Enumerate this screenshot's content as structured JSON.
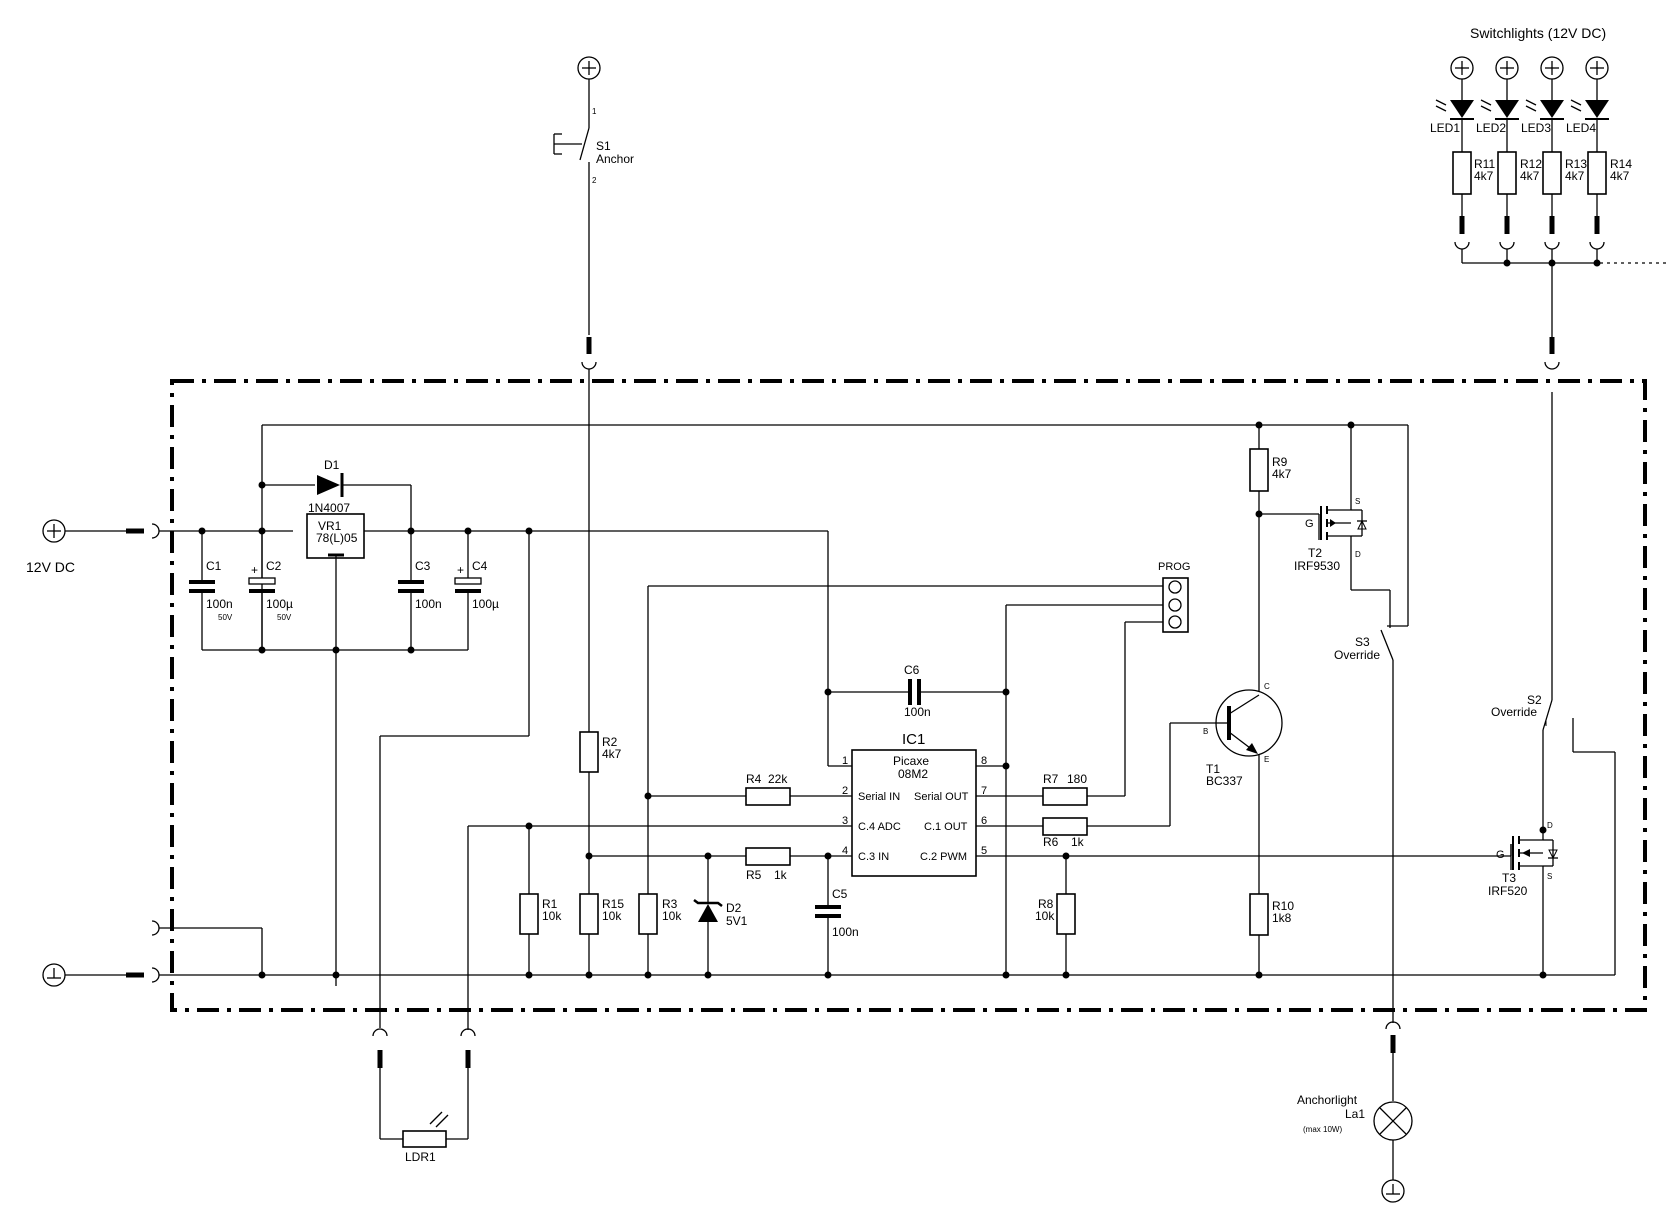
{
  "title": "Switchlights (12V DC)",
  "power_label": "12V DC",
  "s1": {
    "ref": "S1",
    "name": "Anchor",
    "pin1": "1",
    "pin2": "2"
  },
  "s2": {
    "ref": "S2",
    "name": "Override"
  },
  "s3": {
    "ref": "S3",
    "name": "Override"
  },
  "leds": [
    {
      "ref": "LED1",
      "res_ref": "R11",
      "res_val": "4k7"
    },
    {
      "ref": "LED2",
      "res_ref": "R12",
      "res_val": "4k7"
    },
    {
      "ref": "LED3",
      "res_ref": "R13",
      "res_val": "4k7"
    },
    {
      "ref": "LED4",
      "res_ref": "R14",
      "res_val": "4k7"
    }
  ],
  "d1": {
    "ref": "D1",
    "val": "1N4007"
  },
  "vr1": {
    "ref": "VR1",
    "val": "78(L)05"
  },
  "c1": {
    "ref": "C1",
    "val": "100n",
    "volt": "50V"
  },
  "c2": {
    "ref": "C2",
    "val": "100µ",
    "volt": "50V"
  },
  "c3": {
    "ref": "C3",
    "val": "100n"
  },
  "c4": {
    "ref": "C4",
    "val": "100µ"
  },
  "c5": {
    "ref": "C5",
    "val": "100n"
  },
  "c6": {
    "ref": "C6",
    "val": "100n"
  },
  "prog": "PROG",
  "ic1": {
    "ref": "IC1",
    "name": "Picaxe",
    "model": "08M2",
    "pins_left": [
      {
        "num": "1",
        "label": ""
      },
      {
        "num": "2",
        "label": "Serial IN"
      },
      {
        "num": "3",
        "label": "C.4 ADC"
      },
      {
        "num": "4",
        "label": "C.3 IN"
      }
    ],
    "pins_right": [
      {
        "num": "8",
        "label": ""
      },
      {
        "num": "7",
        "label": "Serial OUT"
      },
      {
        "num": "6",
        "label": "C.1 OUT"
      },
      {
        "num": "5",
        "label": "C.2 PWM"
      }
    ]
  },
  "r1": {
    "ref": "R1",
    "val": "10k"
  },
  "r2": {
    "ref": "R2",
    "val": "4k7"
  },
  "r3": {
    "ref": "R3",
    "val": "10k"
  },
  "r4": {
    "ref": "R4",
    "val": "22k"
  },
  "r5": {
    "ref": "R5",
    "val": "1k"
  },
  "r6": {
    "ref": "R6",
    "val": "1k"
  },
  "r7": {
    "ref": "R7",
    "val": "180"
  },
  "r8": {
    "ref": "R8",
    "val": "10k"
  },
  "r9": {
    "ref": "R9",
    "val": "4k7"
  },
  "r10": {
    "ref": "R10",
    "val": "1k8"
  },
  "r15": {
    "ref": "R15",
    "val": "10k"
  },
  "d2": {
    "ref": "D2",
    "val": "5V1"
  },
  "t1": {
    "ref": "T1",
    "val": "BC337",
    "b": "B",
    "c": "C",
    "e": "E"
  },
  "t2": {
    "ref": "T2",
    "val": "IRF9530",
    "g": "G",
    "s": "S",
    "d": "D"
  },
  "t3": {
    "ref": "T3",
    "val": "IRF520",
    "g": "G",
    "s": "S",
    "d": "D"
  },
  "ldr1": {
    "ref": "LDR1"
  },
  "la1": {
    "name": "Anchorlight",
    "ref": "La1",
    "note": "(max 10W)"
  },
  "colors": {
    "ink": "#000000",
    "paper": "#ffffff"
  }
}
